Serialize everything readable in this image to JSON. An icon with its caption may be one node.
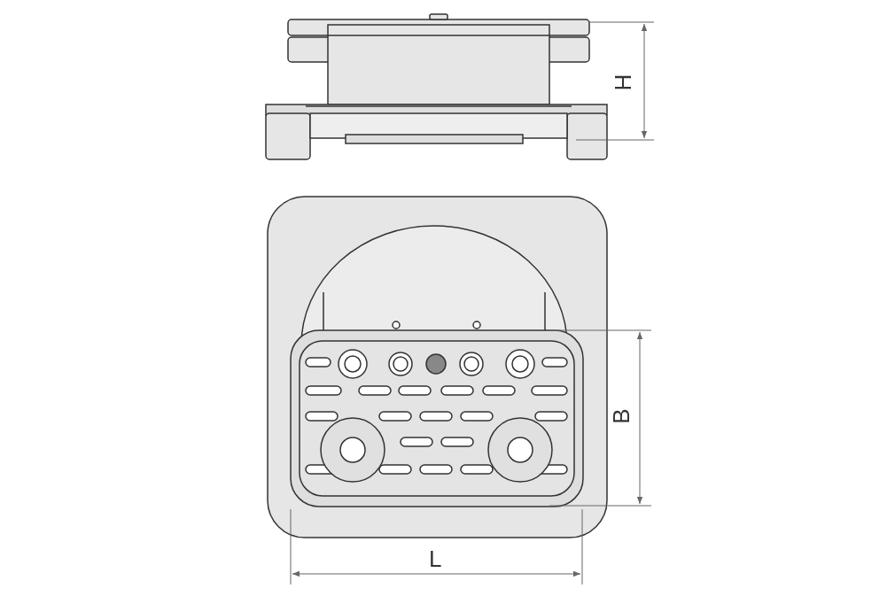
{
  "diagram": {
    "labels": [
      "H",
      "B",
      "L"
    ]
  }
}
